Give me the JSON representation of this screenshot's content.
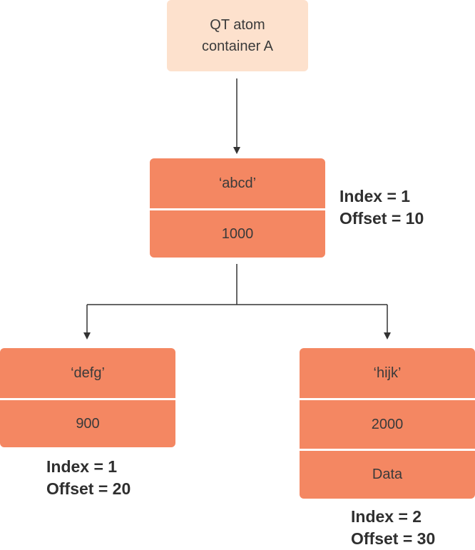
{
  "container": {
    "label_line1": "QT atom",
    "label_line2": "container A"
  },
  "atoms": {
    "abcd": {
      "type": "‘abcd’",
      "id": "1000",
      "index": "Index = 1",
      "offset": "Offset = 10"
    },
    "defg": {
      "type": "‘defg’",
      "id": "900",
      "index": "Index = 1",
      "offset": "Offset = 20"
    },
    "hijk": {
      "type": "‘hijk’",
      "id": "2000",
      "data": "Data",
      "index": "Index = 2",
      "offset": "Offset = 30"
    }
  },
  "colors": {
    "container_fill": "#fde1cd",
    "atom_fill": "#f48762",
    "divider": "#ffffff",
    "connector": "#333333",
    "text": "#333333"
  }
}
